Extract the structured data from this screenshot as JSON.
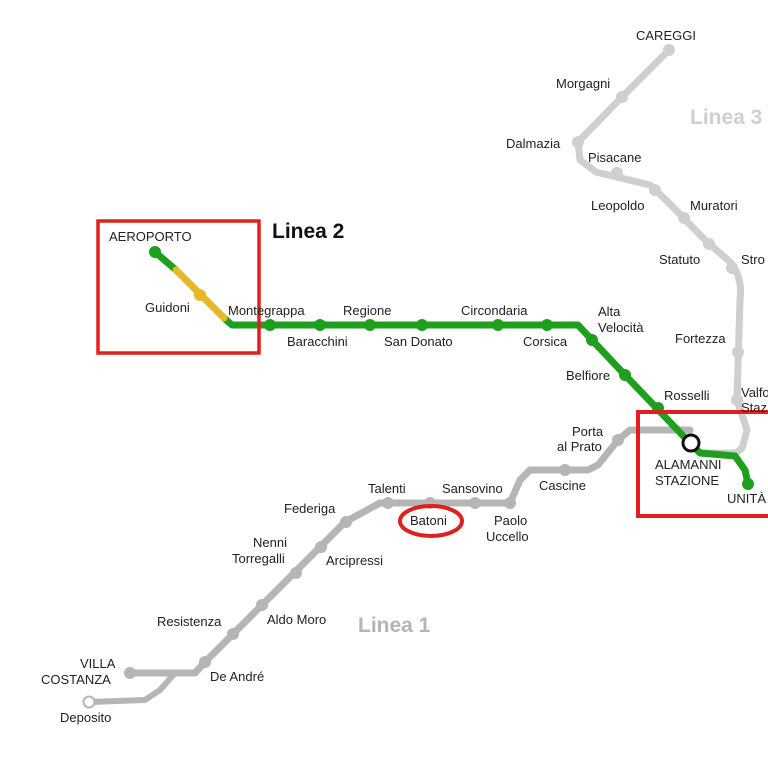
{
  "colors": {
    "line1": "#b5b5b5",
    "line2": "#1ea01e",
    "line2_segment": "#e6b92a",
    "line3": "#cfcfcf",
    "highlight": "#e0201e",
    "text": "#222222"
  },
  "line_labels": {
    "linea1": "Linea 1",
    "linea2": "Linea 2",
    "linea3": "Linea 3"
  },
  "stations": {
    "careggi": "CAREGGI",
    "morgagni": "Morgagni",
    "dalmazia": "Dalmazia",
    "pisacane": "Pisacane",
    "leopoldo": "Leopoldo",
    "muratori": "Muratori",
    "statuto": "Statuto",
    "strozzi": "Stro",
    "fortezza": "Fortezza",
    "valfonda_1": "Valfo",
    "valfonda_2": "Staz",
    "aeroporto": "AEROPORTO",
    "guidoni": "Guidoni",
    "montegrappa": "Montegrappa",
    "baracchini": "Baracchini",
    "regione": "Regione",
    "san_donato": "San Donato",
    "circondaria": "Circondaria",
    "corsica": "Corsica",
    "alta_velocita_1": "Alta",
    "alta_velocita_2": "Velocità",
    "belfiore": "Belfiore",
    "rosselli": "Rosselli",
    "alamanni_1": "ALAMANNI",
    "alamanni_2": "STAZIONE",
    "unita": "UNITÀ",
    "porta_prato_1": "Porta",
    "porta_prato_2": "al Prato",
    "cascine": "Cascine",
    "sansovino": "Sansovino",
    "paolo_uccello_1": "Paolo",
    "paolo_uccello_2": "Uccello",
    "talenti": "Talenti",
    "batoni": "Batoni",
    "federiga": "Federiga",
    "nenni_1": "Nenni",
    "nenni_2": "Torregalli",
    "arcipressi": "Arcipressi",
    "resistenza": "Resistenza",
    "aldo_moro": "Aldo Moro",
    "de_andre": "De André",
    "villa_costanza_1": "VILLA",
    "villa_costanza_2": "COSTANZA",
    "deposito": "Deposito"
  }
}
